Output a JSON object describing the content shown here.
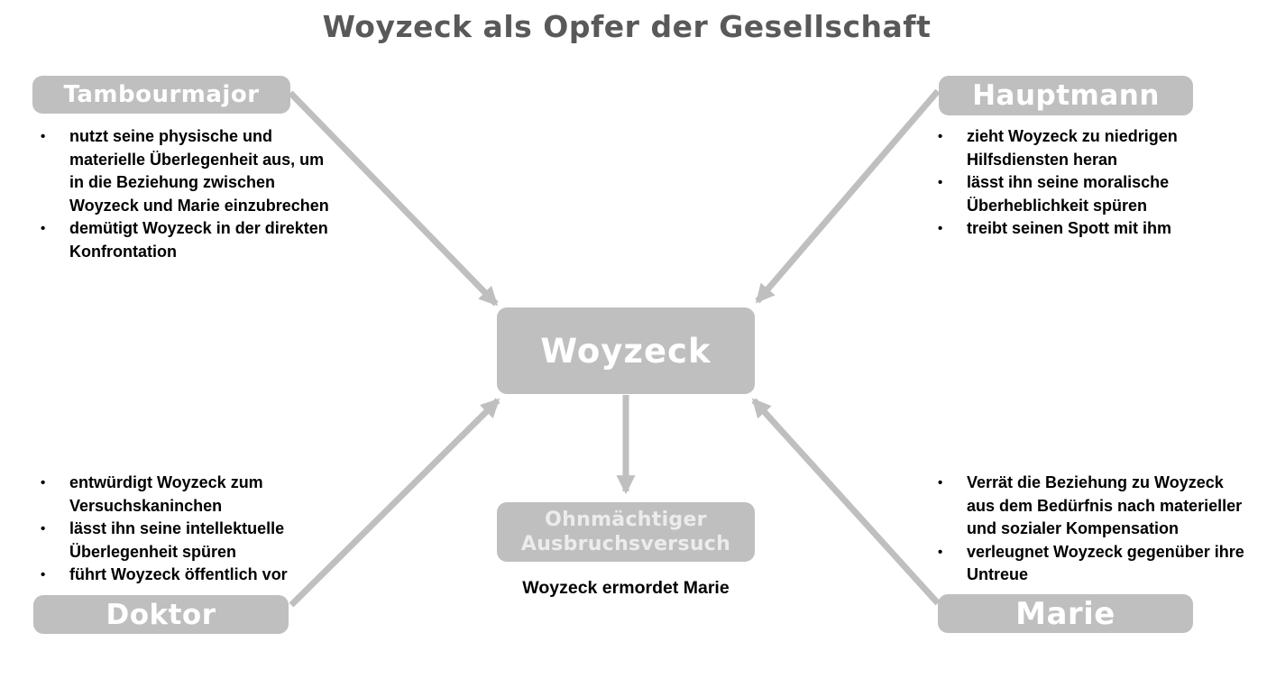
{
  "title": "Woyzeck als Opfer der Gesellschaft",
  "colors": {
    "background": "#ffffff",
    "box_fill": "#bfbfbf",
    "arrow": "#bfbfbf",
    "title_text": "#595959",
    "node_label_text": "#ffffff",
    "outcome_label_text": "#ececec",
    "bullet_text": "#000000"
  },
  "center_node": {
    "label": "Woyzeck"
  },
  "outcome_node": {
    "label": "Ohnmächtiger\nAusbruchsversuch",
    "caption": "Woyzeck ermordet Marie"
  },
  "nodes": [
    {
      "id": "tambourmajor",
      "label": "Tambourmajor",
      "position": "top-left",
      "bullets": [
        "nutzt seine physische und\nmaterielle Überlegenheit aus, um\nin die Beziehung zwischen\nWoyzeck und Marie einzubrechen",
        "demütigt Woyzeck in der direkten\nKonfrontation"
      ]
    },
    {
      "id": "hauptmann",
      "label": "Hauptmann",
      "position": "top-right",
      "bullets": [
        "zieht Woyzeck zu niedrigen\nHilfsdiensten heran",
        "lässt ihn seine moralische\nÜberheblichkeit spüren",
        "treibt seinen Spott mit ihm"
      ]
    },
    {
      "id": "doktor",
      "label": "Doktor",
      "position": "bottom-left",
      "bullets": [
        "entwürdigt Woyzeck zum\nVersuchskaninchen",
        "lässt ihn seine intellektuelle\nÜberlegenheit spüren",
        "führt Woyzeck öffentlich vor"
      ]
    },
    {
      "id": "marie",
      "label": "Marie",
      "position": "bottom-right",
      "bullets": [
        "Verrät die Beziehung zu Woyzeck\naus dem Bedürfnis nach materieller\nund sozialer Kompensation",
        "verleugnet Woyzeck gegenüber ihre\nUntreue"
      ]
    }
  ],
  "arrows": [
    {
      "from": "Tambourmajor",
      "to": "Woyzeck"
    },
    {
      "from": "Hauptmann",
      "to": "Woyzeck"
    },
    {
      "from": "Doktor",
      "to": "Woyzeck"
    },
    {
      "from": "Marie",
      "to": "Woyzeck"
    },
    {
      "from": "Woyzeck",
      "to": "Ohnmächtiger Ausbruchsversuch"
    }
  ]
}
